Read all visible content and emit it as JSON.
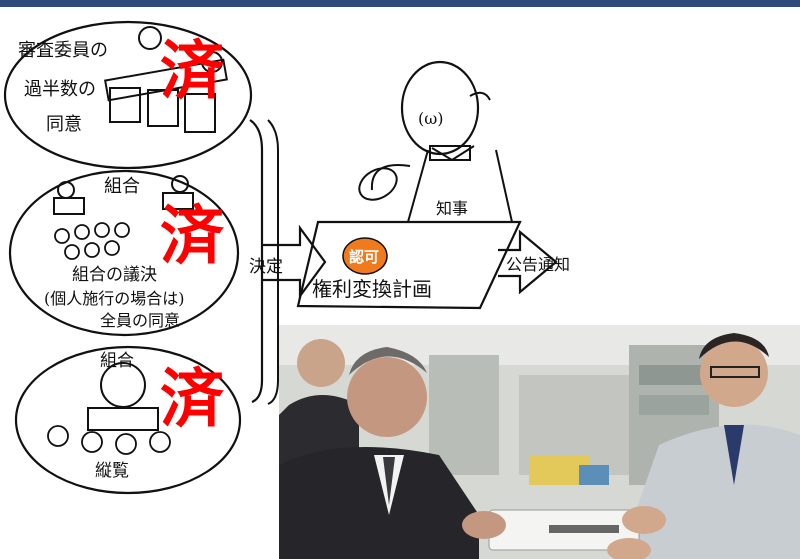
{
  "colors": {
    "top_bar": "#2e4a7a",
    "stamp": "#ff0000",
    "seal": "#f07a1e"
  },
  "steps": [
    {
      "label_lines": [
        "審査委員の",
        "過半数の",
        "同意"
      ],
      "stamp": "済"
    },
    {
      "heading": "組合",
      "label_lines": [
        "組合の議決",
        "(個人施行の場合は)",
        "全員の同意"
      ],
      "stamp": "済"
    },
    {
      "heading": "組合",
      "label_lines": [
        "縦覧"
      ],
      "stamp": "済"
    }
  ],
  "arrow_label": "決定",
  "governor_label": "知事",
  "seal_text": "認可",
  "document_label": "権利変換計画",
  "notify_label": "公告通知",
  "photo": {
    "description_icon": "handover-photo"
  }
}
